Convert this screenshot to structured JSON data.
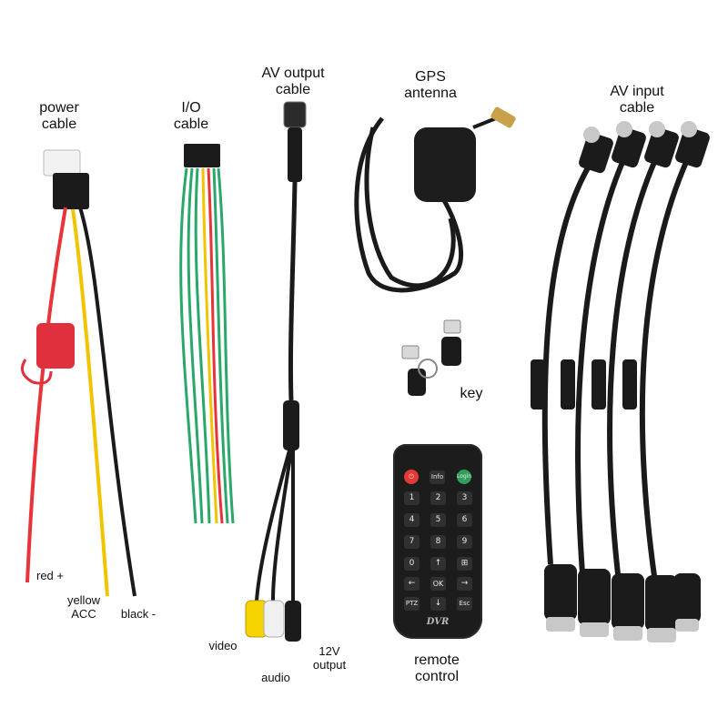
{
  "labels": {
    "power_cable": [
      "power",
      "cable"
    ],
    "io_cable": [
      "I/O",
      "cable"
    ],
    "av_output_cable": [
      "AV output",
      "cable"
    ],
    "gps_antenna": [
      "GPS",
      "antenna"
    ],
    "av_input_cable": [
      "AV input",
      "cable"
    ],
    "key": "key",
    "remote_control": [
      "remote",
      "control"
    ],
    "red": "red +",
    "yellow": [
      "yellow",
      "ACC"
    ],
    "black": "black -",
    "video": "video",
    "audio": "audio",
    "v12": [
      "12V",
      "output"
    ]
  },
  "remote": {
    "brand": "DVR",
    "buttons": [
      "Info",
      "Login",
      "1",
      "2",
      "3",
      "4",
      "5",
      "6",
      "7",
      "8",
      "9",
      "0",
      "↑",
      "⊞",
      "←",
      "OK",
      "→",
      "PTZ",
      "↓",
      "Esc"
    ]
  },
  "colors": {
    "cable_black": "#1a1a1a",
    "wire_red": "#e8333a",
    "wire_yellow": "#f2c400",
    "wire_green": "#2aa86a",
    "fuse_red": "#e0303e",
    "rca_yellow": "#f5d400",
    "rca_white": "#f0f0f0",
    "power_btn": "#e53935",
    "login_btn": "#2e9e5b"
  }
}
